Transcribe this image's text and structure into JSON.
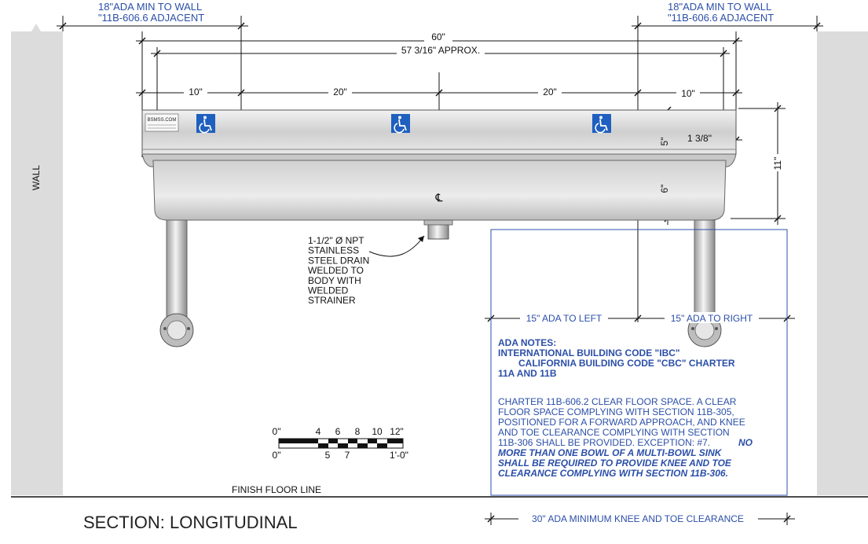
{
  "top_left_note": {
    "line1": "18\"ADA MIN TO WALL",
    "line2": "\"11B-606.6 ADJACENT"
  },
  "top_right_note": {
    "line1": "18\"ADA MIN TO WALL",
    "line2": "\"11B-606.6 ADJACENT"
  },
  "dims": {
    "overall": "60\"",
    "approx": "57 3/16\" APPROX.",
    "seg_left": "10\"",
    "seg_mid_left": "20\"",
    "seg_mid_right": "20\"",
    "seg_right": "10\"",
    "deck_height": "5\"",
    "bowl_depth": "6\"",
    "total_height": "11\"",
    "lip": "1 3/8\""
  },
  "wall_label": "WALL",
  "centerline": "℄",
  "brand_plate": "BSMSS.COM",
  "drain_note": [
    "1-1/2\" Ø NPT",
    "STAINLESS",
    "STEEL DRAIN",
    "WELDED TO",
    "BODY WITH",
    "WELDED",
    "STRAINER"
  ],
  "ada_left": "15\" ADA TO LEFT",
  "ada_right": "15\" ADA TO RIGHT",
  "ada_notes": {
    "heading": "ADA NOTES:",
    "line1": "INTERNATIONAL BUILDING CODE \"IBC\"",
    "line2": "CALIFORNIA BUILDING CODE \"CBC\" CHARTER",
    "line3": "11A AND 11B",
    "para": [
      "CHARTER 11B-606.2 CLEAR FLOOR SPACE. A CLEAR",
      "FLOOR SPACE COMPLYING WITH SECTION 11B-305,",
      "POSITIONED FOR A FORWARD APPROACH, AND KNEE",
      "AND TOE CLEARANCE COMPLYING WITH SECTION",
      "11B-306 SHALL BE PROVIDED. EXCEPTION: #7."
    ],
    "italic": [
      "NO",
      "MORE THAN ONE BOWL OF A MULTI-BOWL SINK",
      "SHALL BE REQUIRED TO PROVIDE KNEE AND TOE",
      "CLEARANCE COMPLYING WITH SECTION 11B-306."
    ]
  },
  "scale": {
    "top": [
      "0\"",
      "4",
      "6",
      "8",
      "10",
      "12\""
    ],
    "bottom": [
      "0\"",
      "5",
      "7",
      "1'-0\""
    ]
  },
  "floor_label": "FINISH FLOOR LINE",
  "section_title": "SECTION: LONGITUDINAL",
  "knee_clearance": "30\" ADA MINIMUM KNEE AND TOE CLEARANCE",
  "colors": {
    "blue": "#2b4fa8",
    "steel": "#d9d9d9",
    "wall": "#dcdcdc",
    "ada_icon": "#1f5fbf"
  },
  "icons": [
    "wheelchair-icon",
    "wheelchair-icon",
    "wheelchair-icon"
  ]
}
